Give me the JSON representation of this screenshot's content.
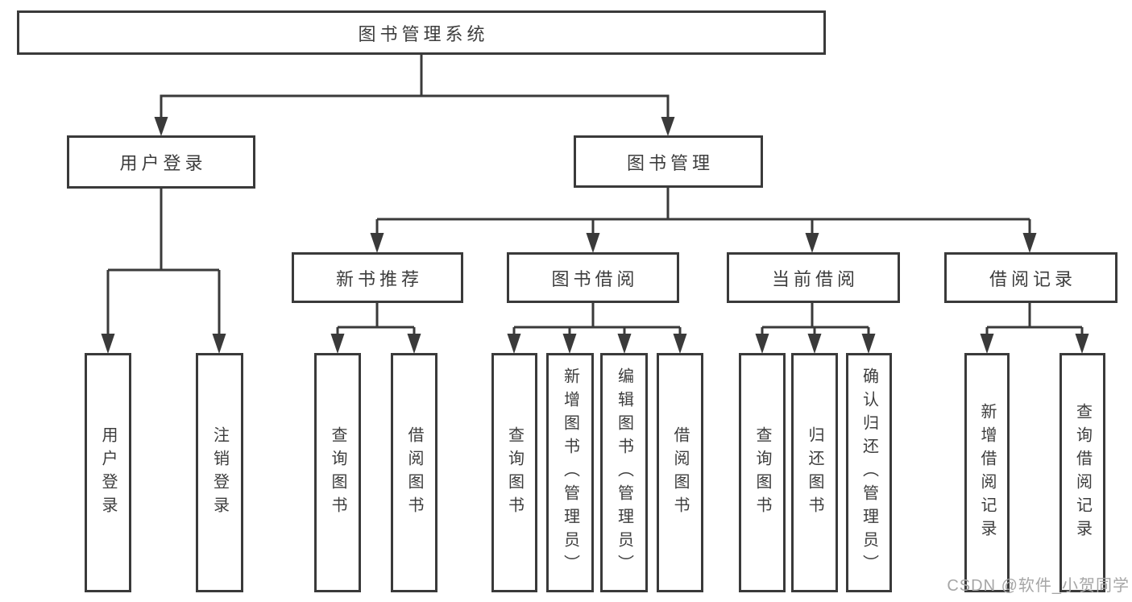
{
  "diagram_title": "图书管理系统",
  "tree": {
    "root": "图书管理系统",
    "children": [
      {
        "label": "用户登录",
        "children": [
          "用户登录",
          "注销登录"
        ]
      },
      {
        "label": "图书管理",
        "children": [
          {
            "label": "新书推荐",
            "children": [
              "查询图书",
              "借阅图书"
            ]
          },
          {
            "label": "图书借阅",
            "children": [
              "查询图书",
              "新增图书（管理员）",
              "编辑图书（管理员）",
              "借阅图书"
            ]
          },
          {
            "label": "当前借阅",
            "children": [
              "查询图书",
              "归还图书",
              "确认归还（管理员）"
            ]
          },
          {
            "label": "借阅记录",
            "children": [
              "新增借阅记录",
              "查询借阅记录"
            ]
          }
        ]
      }
    ]
  },
  "watermark": {
    "text": "CSDN @软件_小贺同学"
  },
  "colors": {
    "line": "#3a3a3a",
    "text": "#3d3d3d",
    "watermark": "#a6a6a6",
    "background": "#ffffff"
  }
}
